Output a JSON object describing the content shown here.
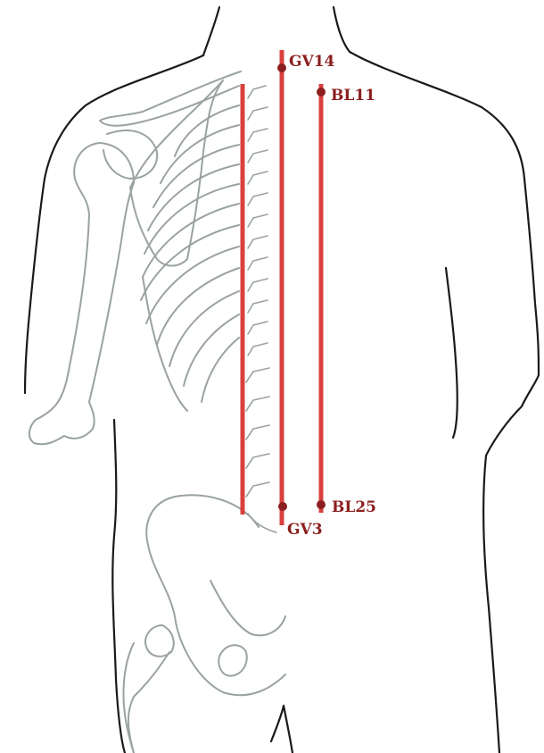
{
  "colors": {
    "meridian": "#d9403e",
    "point": "#8b1e1e",
    "label": "#8b1e1e",
    "skeleton": "#9aa39e",
    "outline": "#1a1a1a"
  },
  "meridians": [
    {
      "id": "governing-vessel",
      "from": "GV14",
      "to": "GV3"
    },
    {
      "id": "bladder-line",
      "from": "BL11",
      "to": "BL25"
    },
    {
      "id": "spine-marker",
      "from": "",
      "to": ""
    }
  ],
  "points": [
    {
      "id": "gv14",
      "label": "GV14"
    },
    {
      "id": "bl11",
      "label": "BL11"
    },
    {
      "id": "bl25",
      "label": "BL25"
    },
    {
      "id": "gv3",
      "label": "GV3"
    }
  ]
}
